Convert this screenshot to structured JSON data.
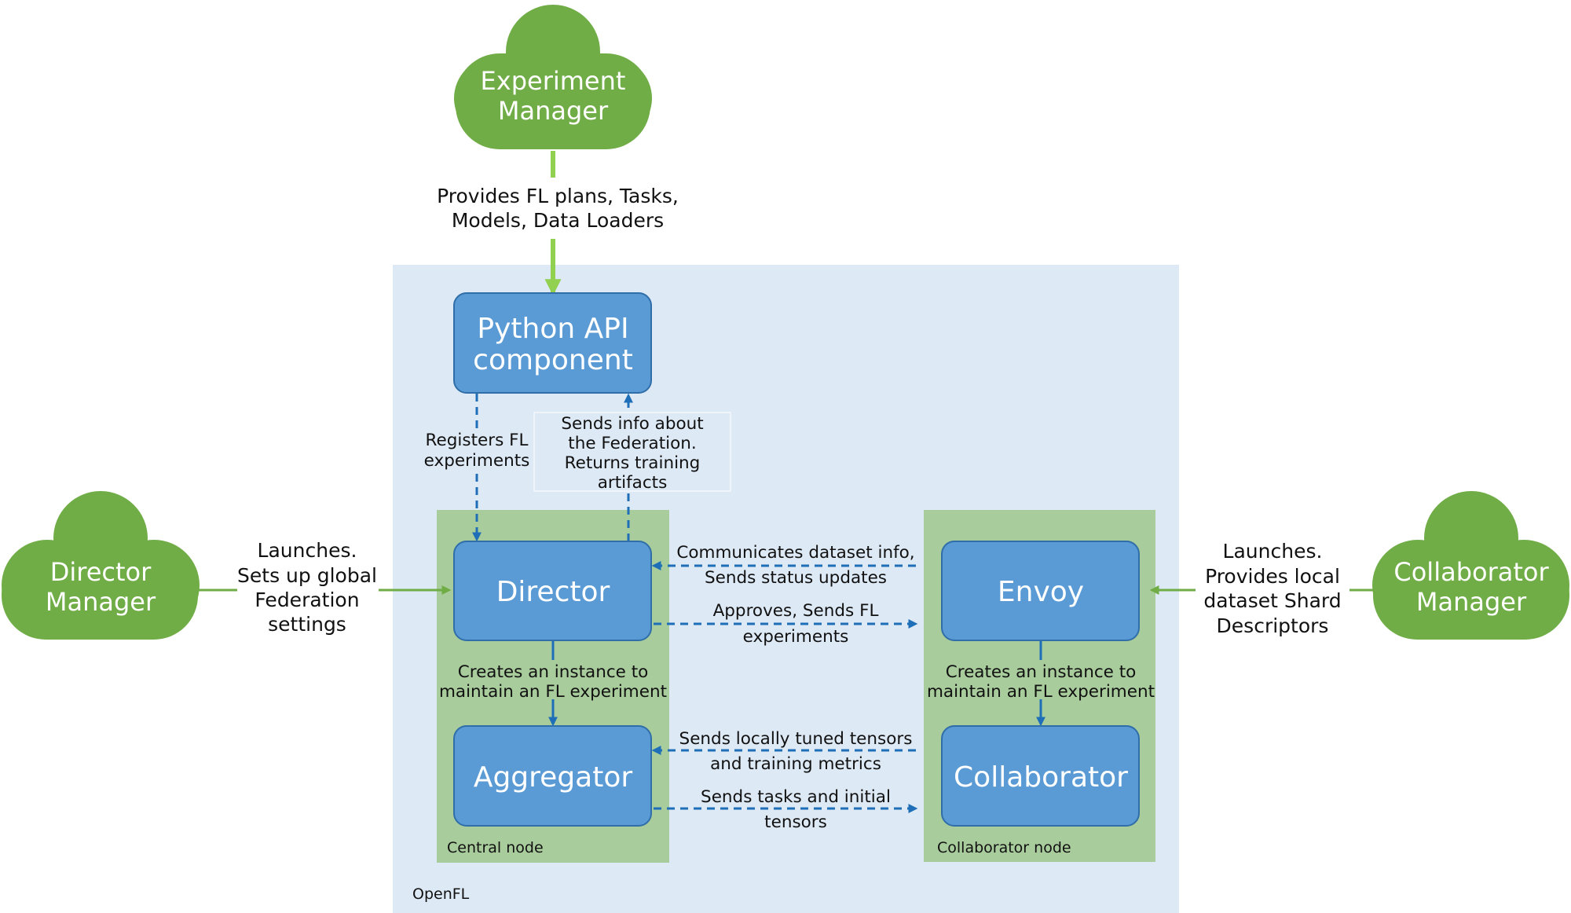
{
  "nodes": {
    "experiment_manager": [
      "Experiment",
      "Manager"
    ],
    "director_manager": [
      "Director",
      "Manager"
    ],
    "collaborator_manager": [
      "Collaborator",
      "Manager"
    ],
    "python_api": [
      "Python API",
      "component"
    ],
    "director": "Director",
    "aggregator": "Aggregator",
    "envoy": "Envoy",
    "collaborator": "Collaborator"
  },
  "regions": {
    "openfl": "OpenFL",
    "central_node": "Central node",
    "collaborator_node": "Collaborator node"
  },
  "edges": {
    "experiment_to_api": [
      "Provides FL plans, Tasks,",
      "Models, Data Loaders"
    ],
    "director_manager_launch": [
      "Launches.",
      "Sets up global",
      "Federation",
      "settings"
    ],
    "collaborator_manager_launch": [
      "Launches.",
      "Provides local",
      "dataset Shard",
      "Descriptors"
    ],
    "api_to_director": [
      "Registers FL",
      "experiments"
    ],
    "director_to_api": [
      "Sends info about",
      "the Federation.",
      "Returns training",
      "artifacts"
    ],
    "envoy_to_director": [
      "Communicates dataset info,",
      "Sends status updates"
    ],
    "director_to_envoy": [
      "Approves, Sends FL",
      "experiments"
    ],
    "director_to_aggregator": [
      "Creates an instance to",
      "maintain an FL experiment"
    ],
    "envoy_to_collaborator": [
      "Creates an instance to",
      "maintain an FL experiment"
    ],
    "collaborator_to_aggregator": [
      "Sends locally tuned tensors",
      "and training metrics"
    ],
    "aggregator_to_collaborator": [
      "Sends tasks and initial",
      "tensors"
    ]
  },
  "colors": {
    "openfl_bg": "#dde9f5",
    "node_bg": "#a8cc9c",
    "box_fill": "#5b9bd5",
    "box_stroke": "#2f6ea8",
    "cloud": "#70ad47",
    "arrow_blue": "#1f6fb8",
    "arrow_green": "#70ad47",
    "arrow_light_green": "#92d050"
  }
}
